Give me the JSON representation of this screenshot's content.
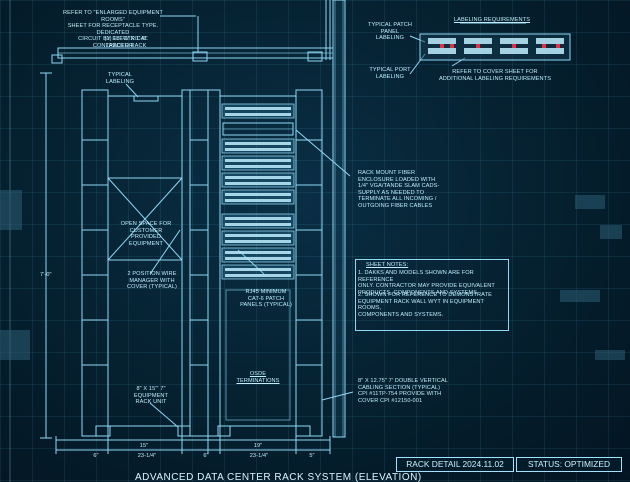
{
  "labels": {
    "top_note": "REFER TO \"ENLARGED EQUIPMENT ROOMS\"\nSHEET FOR RECEPTACLE TYPE. DEDICATED\nCIRCUIT BY ELECTRICAL CONTRACTOR",
    "ladder_rack": "(1) 18\" W x 1'-0\"\nLADDER RACK",
    "typical_labeling": "TYPICAL\nLABELING",
    "open_space": "OPEN SPACE FOR\nCUSTOMER\nPROVIDED\nEQUIPMENT",
    "wire_manager": "2 POSITION WIRE\nMANAGER WITH\nCOVER (TYPICAL)",
    "rack_unit": "8\" x 15\"' 7\"\nEQUIPMENT\nRACK UNIT",
    "rj45": "RJ45 MINIMUM\nCAT-6 PATCH\nPANELS (TYPICAL)",
    "osde": "OSDE\nTERMINATIONS",
    "fiber": "RACK MOUNT FIBER\nENCLOSURE LOADED WITH\n1/4\" VGA/TANDE SLAM CADS-\nSUPPLY AS NEEDED TO\nTERMINATE ALL INCOMING /\nOUTGOING FIBER CABLES",
    "cabling": "8\" x 12.75\" 7' DOUBLE VERTICAL\nCABLING SECTION (TYPICAL)\nCPI #11TP-754 PROVIDE WITH\nCOVER CPI #12150-001",
    "typical_patch": "TYPICAL PATCH\nPANEL\nLABELING",
    "typical_port": "TYPICAL PORT\nLABELING",
    "labeling_req": "LABELING REQUIREMENTS",
    "refer_cover": "REFER TO COVER SHEET FOR\nADDITIONAL LABELING REQUIREMENTS",
    "sheet_notes_title": "SHEET NOTES:",
    "note1": "1.  DAKKS AND MODELS SHOWN ARE FOR REFERENCE\n     ONLY. CONTRACTOR MAY PROVIDE EQUIVALENT\n     PRODUCTS, COMPONENTS AND SYSTEMS.",
    "note2": "2.  SHOWN FOR REFERENCE TO DEMONSTRATE\n     EQUIPMENT RACK WALL WYT IN EQUIPMENT ROOMS,\n     COMPONENTS AND SYSTEMS."
  },
  "dimensions": {
    "height": "7'-0\"",
    "w1": "15\"",
    "w2": "19\"",
    "b1": "6\"",
    "b2": "23-1/4\"",
    "b3": "6\"",
    "b4": "23-1/4\"",
    "b5": "5\""
  },
  "status": {
    "detail": "RACK DETAIL 2024.11.02",
    "state": "STATUS: OPTIMIZED"
  },
  "footer": {
    "title": "ADVANCED DATA CENTER RACK SYSTEM (ELEVATION)"
  },
  "colors": {
    "line": "#8fd8f5",
    "port_red": "#e0304a",
    "background": "#05202f"
  }
}
